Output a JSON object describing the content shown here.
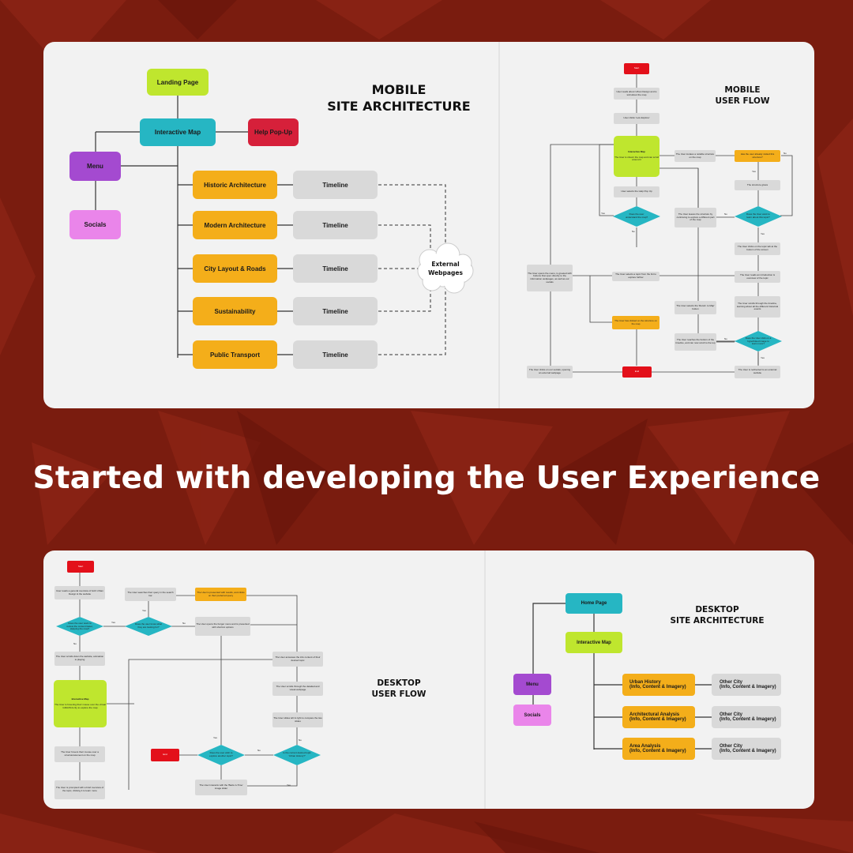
{
  "headline": "Started with developing the User Experience",
  "colors": {
    "background": "#7a1c0f",
    "card": "#f2f2f2",
    "lime": "#bfe62e",
    "teal": "#26b6c3",
    "red": "#d6203a",
    "purple": "#a44ad0",
    "pink": "#ea85ea",
    "orange": "#f4ae1a",
    "grey": "#d9d9d9",
    "start_end": "#e3101a"
  },
  "mobile_arch": {
    "title_line1": "MOBILE",
    "title_line2": "SITE ARCHITECTURE",
    "landing": "Landing Page",
    "map": "Interactive Map",
    "help": "Help Pop-Up",
    "menu": "Menu",
    "socials": "Socials",
    "topics": [
      "Historic Architecture",
      "Modern Architecture",
      "City Layout & Roads",
      "Sustainability",
      "Public Transport"
    ],
    "timeline": "Timeline",
    "external_line1": "External",
    "external_line2": "Webpages"
  },
  "mobile_flow": {
    "title_line1": "MOBILE",
    "title_line2": "USER FLOW",
    "start": "Start",
    "end": "End",
    "n1": "User reads about Urban Design and is told about the map",
    "n2": "User clicks 'Lets Explore'",
    "map": "Interactive Map",
    "map_desc": "The User is shown the map and can scroll around it",
    "help": "User selects the Help Pop Up",
    "d1": "Does the user understand the map?",
    "menu": "The User opens the menu, is greeted with buttons that open directly to the information webpages, as well as our socials",
    "topic": "The User selects a topic from the list to explore further",
    "struct_click": "The User has clicked on the structure on the map",
    "ext_close": "The User clicks on our socials, opening an external webpage",
    "locate": "The User locates a notable structure on the map",
    "visited": "Has the user already visited this structure?",
    "glow": "The structure glows",
    "d2": "Does the User want to learn about this topic?",
    "leave": "The User leaves the structure by continuing to explore a different part of the map",
    "tab": "The User clicks on the topic tab at the bottom of the screen",
    "intro": "The User reads an introduction & overview of the topic",
    "scroll": "The User scrolls through the timeline, learning about all the different historical events",
    "back": "The User selects the 'Return to Map' button",
    "reach": "The User reaches the bottom of the timeline, and can now scroll to the top",
    "d3": "Does the User click on a hyperlinked image to learn more?",
    "redirect": "The User is redirected to an external website",
    "yes": "Yes",
    "no": "No"
  },
  "desktop_flow": {
    "title_line1": "DESKTOP",
    "title_line2": "USER FLOW",
    "start": "Start",
    "end": "End",
    "n1": "User reads a general overview of both Urban Design & the website",
    "d1": "Does the user want to review the content faster, skipping the map?",
    "scroll": "The User scrolls down the website, animation is playing",
    "map": "Interactive Map",
    "map_desc": "The User is hovering their mouse over the virtual GRAVICA city to explore the map",
    "search": "The User searches their query in the search bar",
    "results": "The User is presented with results, and clicks on their preferred query",
    "d2": "Does the user know what they are looking for?",
    "burger": "The User opens the burger menu and is presented with shortcut options",
    "hover": "The User hovers their mouse over a structure/element on the map",
    "prompt": "The User is prompted with a brief overview of the topic, clicking it to learn more",
    "access": "The User accesses the info content of their desired topic",
    "detail": "The User scrolls through the detailed and visual webpage",
    "slides": "The User slides left & right to compare the two slides",
    "d3": "Does the user wish to explore another topic?",
    "d4": "Is the current desired topic 'Urban History'?",
    "interact": "The User interacts with the 'Back-in-Time' image slider",
    "yes": "Yes",
    "no": "No"
  },
  "desktop_arch": {
    "title_line1": "DESKTOP",
    "title_line2": "SITE ARCHITECTURE",
    "home": "Home Page",
    "map": "Interactive Map",
    "menu": "Menu",
    "socials": "Socials",
    "topics": [
      {
        "line1": "Urban History",
        "line2": "(Info, Content & Imagery)"
      },
      {
        "line1": "Architectural Analysis",
        "line2": "(Info, Content & Imagery)"
      },
      {
        "line1": "Area Analysis",
        "line2": "(Info, Content & Imagery)"
      }
    ],
    "other_line1": "Other City",
    "other_line2": "(Info, Content & Imagery)"
  }
}
